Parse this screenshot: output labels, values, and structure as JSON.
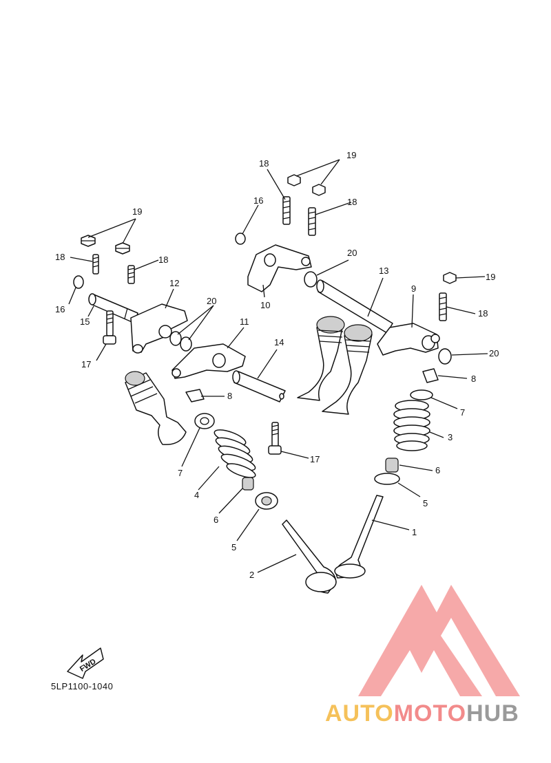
{
  "diagram": {
    "part_code": "5LP1100-1040",
    "fwd_label": "FWD",
    "callouts": [
      {
        "id": "c1",
        "text": "1"
      },
      {
        "id": "c2",
        "text": "2"
      },
      {
        "id": "c3",
        "text": "3"
      },
      {
        "id": "c4",
        "text": "4"
      },
      {
        "id": "c5a",
        "text": "5"
      },
      {
        "id": "c5b",
        "text": "5"
      },
      {
        "id": "c6a",
        "text": "6"
      },
      {
        "id": "c6b",
        "text": "6"
      },
      {
        "id": "c7a",
        "text": "7"
      },
      {
        "id": "c7b",
        "text": "7"
      },
      {
        "id": "c8a",
        "text": "8"
      },
      {
        "id": "c8b",
        "text": "8"
      },
      {
        "id": "c9",
        "text": "9"
      },
      {
        "id": "c10",
        "text": "10"
      },
      {
        "id": "c11",
        "text": "11"
      },
      {
        "id": "c12",
        "text": "12"
      },
      {
        "id": "c13",
        "text": "13"
      },
      {
        "id": "c14",
        "text": "14"
      },
      {
        "id": "c15",
        "text": "15"
      },
      {
        "id": "c16a",
        "text": "16"
      },
      {
        "id": "c16b",
        "text": "16"
      },
      {
        "id": "c17a",
        "text": "17"
      },
      {
        "id": "c17b",
        "text": "17"
      },
      {
        "id": "c18a",
        "text": "18"
      },
      {
        "id": "c18b",
        "text": "18"
      },
      {
        "id": "c18c",
        "text": "18"
      },
      {
        "id": "c18d",
        "text": "18"
      },
      {
        "id": "c18e",
        "text": "18"
      },
      {
        "id": "c19a",
        "text": "19"
      },
      {
        "id": "c19b",
        "text": "19"
      },
      {
        "id": "c19c",
        "text": "19"
      },
      {
        "id": "c20a",
        "text": "20"
      },
      {
        "id": "c20b",
        "text": "20"
      },
      {
        "id": "c20c",
        "text": "20"
      }
    ]
  },
  "watermark": {
    "part1": "AUTO",
    "part2": "MOTO",
    "part3": "HUB",
    "color_part1": "#f5c15a",
    "color_part2": "#f28b8b",
    "color_part3": "#9a9a9a",
    "logo_color": "#f59a9a"
  }
}
